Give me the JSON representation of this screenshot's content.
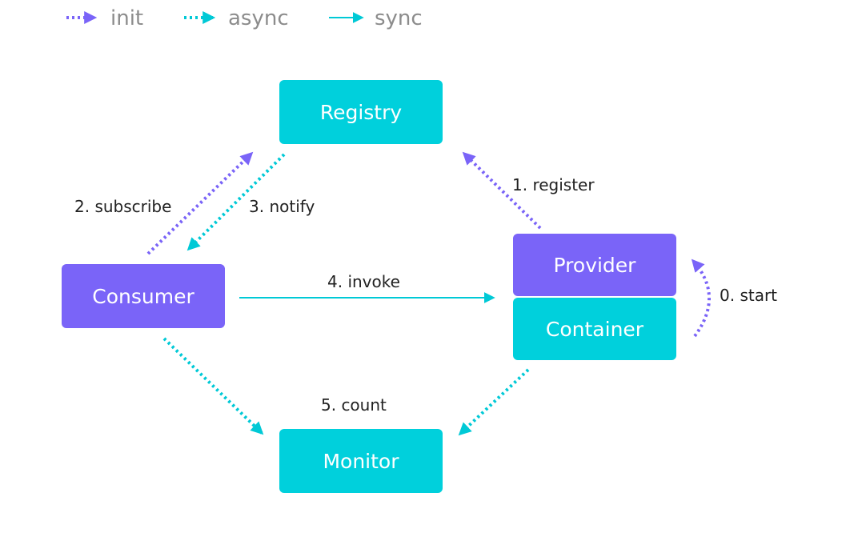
{
  "legend": {
    "init": "init",
    "async": "async",
    "sync": "sync"
  },
  "nodes": {
    "registry": "Registry",
    "consumer": "Consumer",
    "provider": "Provider",
    "container": "Container",
    "monitor": "Monitor"
  },
  "edges": {
    "start": "0. start",
    "register": "1. register",
    "subscribe": "2. subscribe",
    "notify": "3. notify",
    "invoke": "4. invoke",
    "count": "5. count"
  },
  "colors": {
    "init": "#7a64f8",
    "async": "#00c9d6",
    "sync": "#00c9d6",
    "node_cyan": "#00d0dc",
    "node_purple": "#7a64f8"
  }
}
